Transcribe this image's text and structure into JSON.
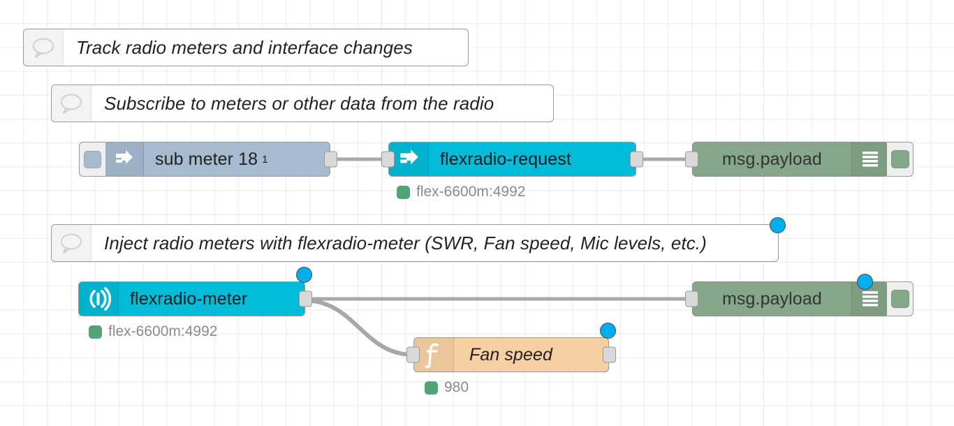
{
  "editor": {
    "name": "node-red-flow-canvas",
    "grid_color": "#eaeaea",
    "background": "#ffffff"
  },
  "palette": {
    "comment_color": "#ffffff",
    "inject_color": "#a6bbcf",
    "flexradio_color": "#00bcd9",
    "function_color": "#f6cfa2",
    "debug_color": "#86a789",
    "status_green": "#52a378",
    "changed_blue": "#00aef0",
    "wire_color": "#a8a8a8"
  },
  "comments": [
    {
      "id": "comment-track",
      "icon": "comment-icon",
      "text": "Track radio meters and interface changes"
    },
    {
      "id": "comment-subscribe",
      "icon": "comment-icon",
      "text": "Subscribe to meters or other data from the radio"
    },
    {
      "id": "comment-inject",
      "icon": "comment-icon",
      "text": "Inject radio meters with flexradio-meter (SWR, Fan speed, Mic levels, etc.)",
      "changed": true
    }
  ],
  "nodes": [
    {
      "id": "inject-sub-meter",
      "type": "inject",
      "icon": "inject-arrow-icon",
      "label": "sub meter 18",
      "superscript": "1",
      "has_button": true,
      "outputs": 1,
      "inputs": 0
    },
    {
      "id": "flexradio-request",
      "type": "flexradio-request",
      "icon": "inject-arrow-icon",
      "label": "flexradio-request",
      "inputs": 1,
      "outputs": 1,
      "status": {
        "dot_color": "#52a378",
        "text": "flex-6600m:4992"
      }
    },
    {
      "id": "debug-top",
      "type": "debug",
      "icon": "debug-bars-icon",
      "label": "msg.payload",
      "inputs": 1,
      "outputs": 0,
      "enabled": true
    },
    {
      "id": "flexradio-meter",
      "type": "flexradio-meter",
      "icon": "broadcast-signal-icon",
      "label": "flexradio-meter",
      "inputs": 0,
      "outputs": 1,
      "changed": true,
      "status": {
        "dot_color": "#52a378",
        "text": "flex-6600m:4992"
      }
    },
    {
      "id": "function-fan-speed",
      "type": "function",
      "icon": "function-f-icon",
      "label": "Fan speed",
      "inputs": 1,
      "outputs": 1,
      "changed": true,
      "status": {
        "dot_color": "#52a378",
        "text": "980"
      }
    },
    {
      "id": "debug-bottom",
      "type": "debug",
      "icon": "debug-bars-icon",
      "label": "msg.payload",
      "inputs": 1,
      "outputs": 0,
      "enabled": true,
      "changed": true
    }
  ],
  "wires": [
    {
      "from": "inject-sub-meter",
      "to": "flexradio-request"
    },
    {
      "from": "flexradio-request",
      "to": "debug-top"
    },
    {
      "from": "flexradio-meter",
      "to": "debug-bottom"
    },
    {
      "from": "flexradio-meter",
      "to": "function-fan-speed"
    }
  ]
}
